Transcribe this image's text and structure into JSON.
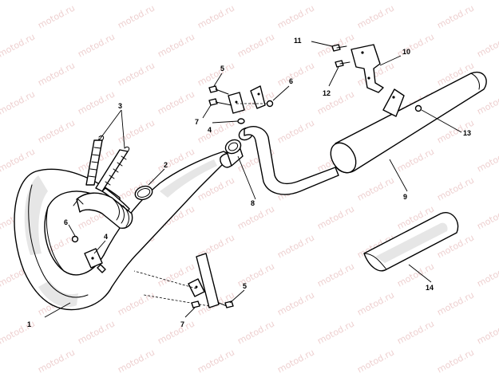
{
  "watermark": "motod.ru",
  "callouts": {
    "c1": "1",
    "c2": "2",
    "c3": "3",
    "c4a": "4",
    "c4b": "4",
    "c5a": "5",
    "c5b": "5",
    "c6a": "6",
    "c6b": "6",
    "c7a": "7",
    "c7b": "7",
    "c8": "8",
    "c9": "9",
    "c10": "10",
    "c11": "11",
    "c12": "12",
    "c13": "13",
    "c14": "14"
  }
}
